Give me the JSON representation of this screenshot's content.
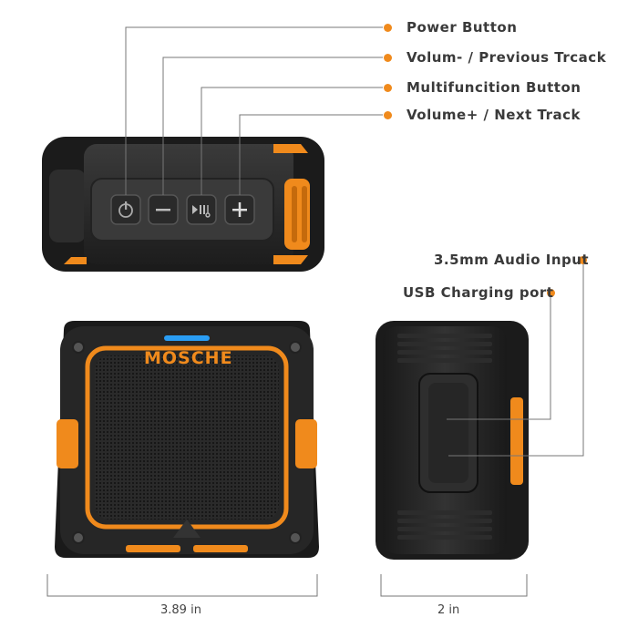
{
  "callouts": {
    "power": "Power Button",
    "volume_minus": "Volum- / Previous Trcack",
    "multifunction": "Multifuncition Button",
    "volume_plus": "Volume+ / Next Track",
    "audio_input": "3.5mm Audio Input",
    "usb_port": "USB Charging port"
  },
  "dimensions": {
    "width": "3.89 in",
    "depth": "2 in"
  },
  "brand": {
    "logo": "MOSCHE"
  },
  "colors": {
    "accent": "#f08a1c",
    "body": "#2b2b2b",
    "rubber": "#1a1a1a",
    "led": "#2a9df4"
  }
}
